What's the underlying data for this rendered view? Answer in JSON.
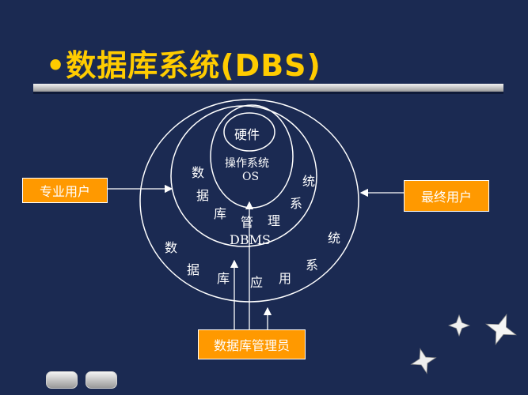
{
  "slide": {
    "title": "•数据库系统(DBS)"
  },
  "diagram": {
    "hardware": "硬件",
    "os_line1": "操作系统",
    "os_line2": "OS",
    "dbms_chars": [
      "数",
      "据",
      "库",
      "管",
      "理",
      "系",
      "统"
    ],
    "dbms_abbr": "DBMS",
    "app_chars": [
      "数",
      "据",
      "库",
      "应",
      "用",
      "系",
      "统"
    ],
    "left_box": "专业用户",
    "right_box": "最终用户",
    "bottom_box": "数据库管理员"
  },
  "colors": {
    "background": "#1b2a52",
    "title": "#ffcc00",
    "box_fill": "#ff9900",
    "lines": "#ffffff"
  },
  "icons": [
    "star-icon",
    "star-icon",
    "star-icon"
  ]
}
